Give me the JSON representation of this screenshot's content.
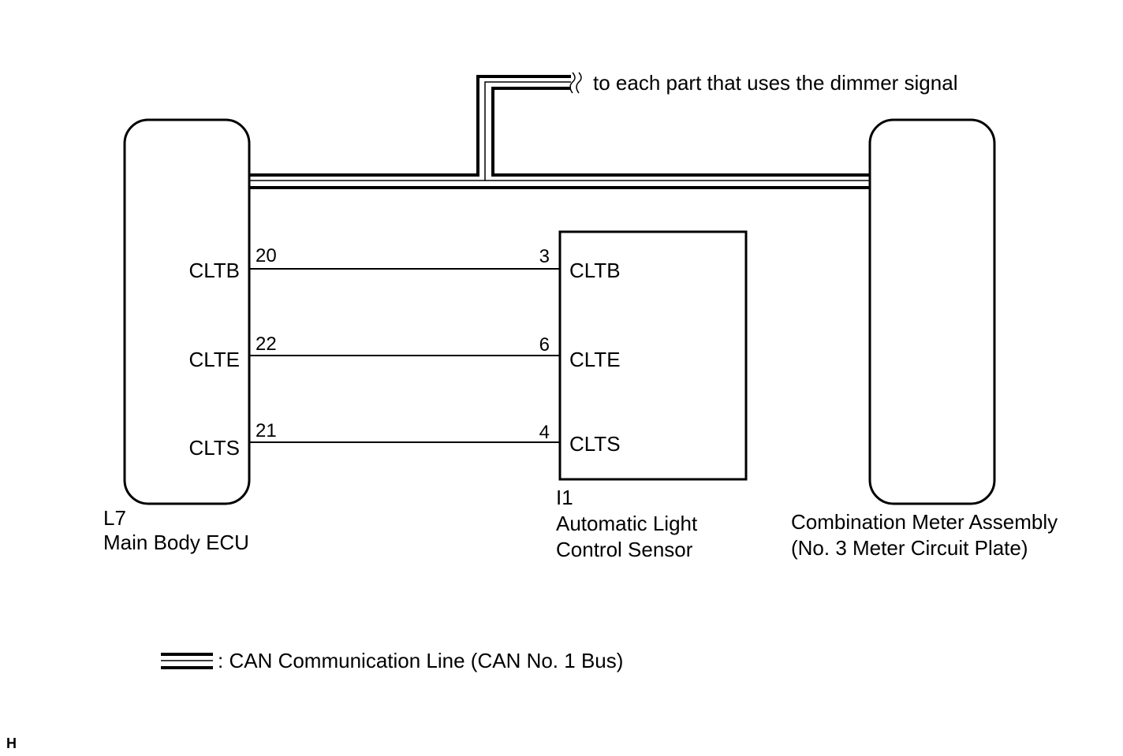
{
  "dimmer_note": "to each part that uses the dimmer signal",
  "ecu": {
    "code": "L7",
    "name": "Main Body ECU",
    "terminals": [
      {
        "signal": "CLTB",
        "pin": "20"
      },
      {
        "signal": "CLTE",
        "pin": "22"
      },
      {
        "signal": "CLTS",
        "pin": "21"
      }
    ]
  },
  "sensor": {
    "code": "I1",
    "name_line1": "Automatic Light",
    "name_line2": "Control Sensor",
    "terminals": [
      {
        "signal": "CLTB",
        "pin": "3"
      },
      {
        "signal": "CLTE",
        "pin": "6"
      },
      {
        "signal": "CLTS",
        "pin": "4"
      }
    ]
  },
  "meter": {
    "name_line1": "Combination Meter Assembly",
    "name_line2": "(No. 3 Meter Circuit Plate)"
  },
  "legend": {
    "text": ": CAN Communication Line (CAN No. 1 Bus)"
  },
  "corner_mark": "H"
}
